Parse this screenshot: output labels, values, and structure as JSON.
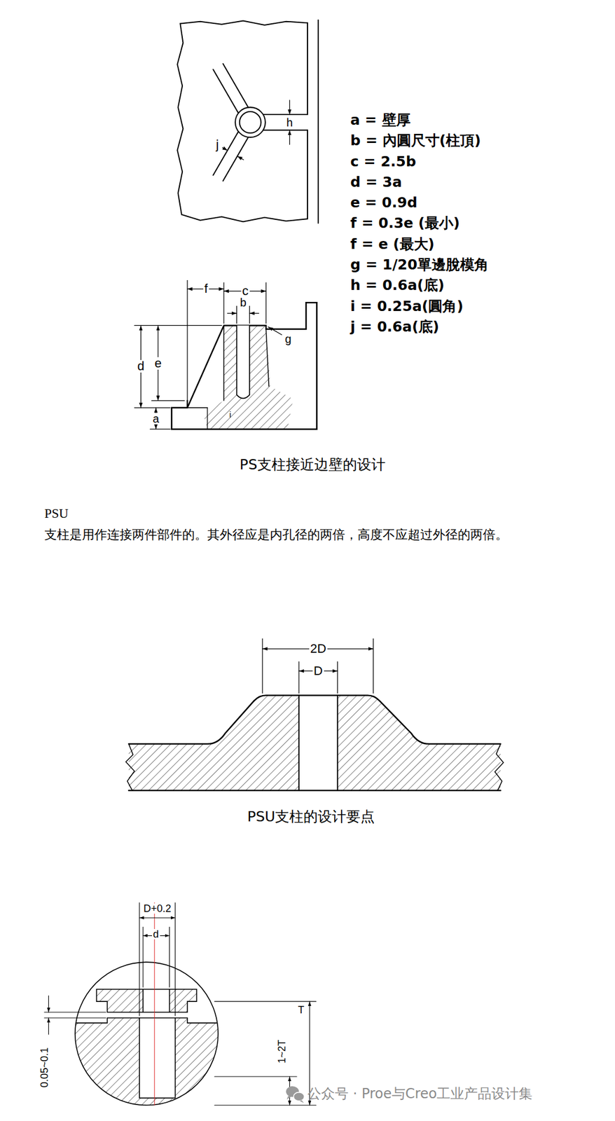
{
  "diagram": {
    "labels": [
      "a = 壁厚",
      "b = 內圓尺寸(柱頂)",
      "c = 2.5b",
      "d = 3a",
      "e = 0.9d",
      "f = 0.3e (最小)",
      "f = e (最大)",
      "g = 1/20單邊脫模角",
      "h = 0.6a(底)",
      "i = 0.25a(圓角)",
      "j = 0.6a(底)",
      "h",
      "j",
      "f",
      "c",
      "b",
      "g",
      "d",
      "e",
      "a",
      "i",
      "PS支柱接近边壁的设计",
      "PSU",
      "支柱是用作连接两件部件的。其外径应是内孔径的两倍，高度不应超过外径的两倍。",
      "2D",
      "D",
      "PSU支柱的设计要点",
      "D+0.2",
      "d",
      "0.05~0.1",
      "1~2T",
      "T",
      "公众号 · Proe与Creo工业产品设计集"
    ]
  }
}
